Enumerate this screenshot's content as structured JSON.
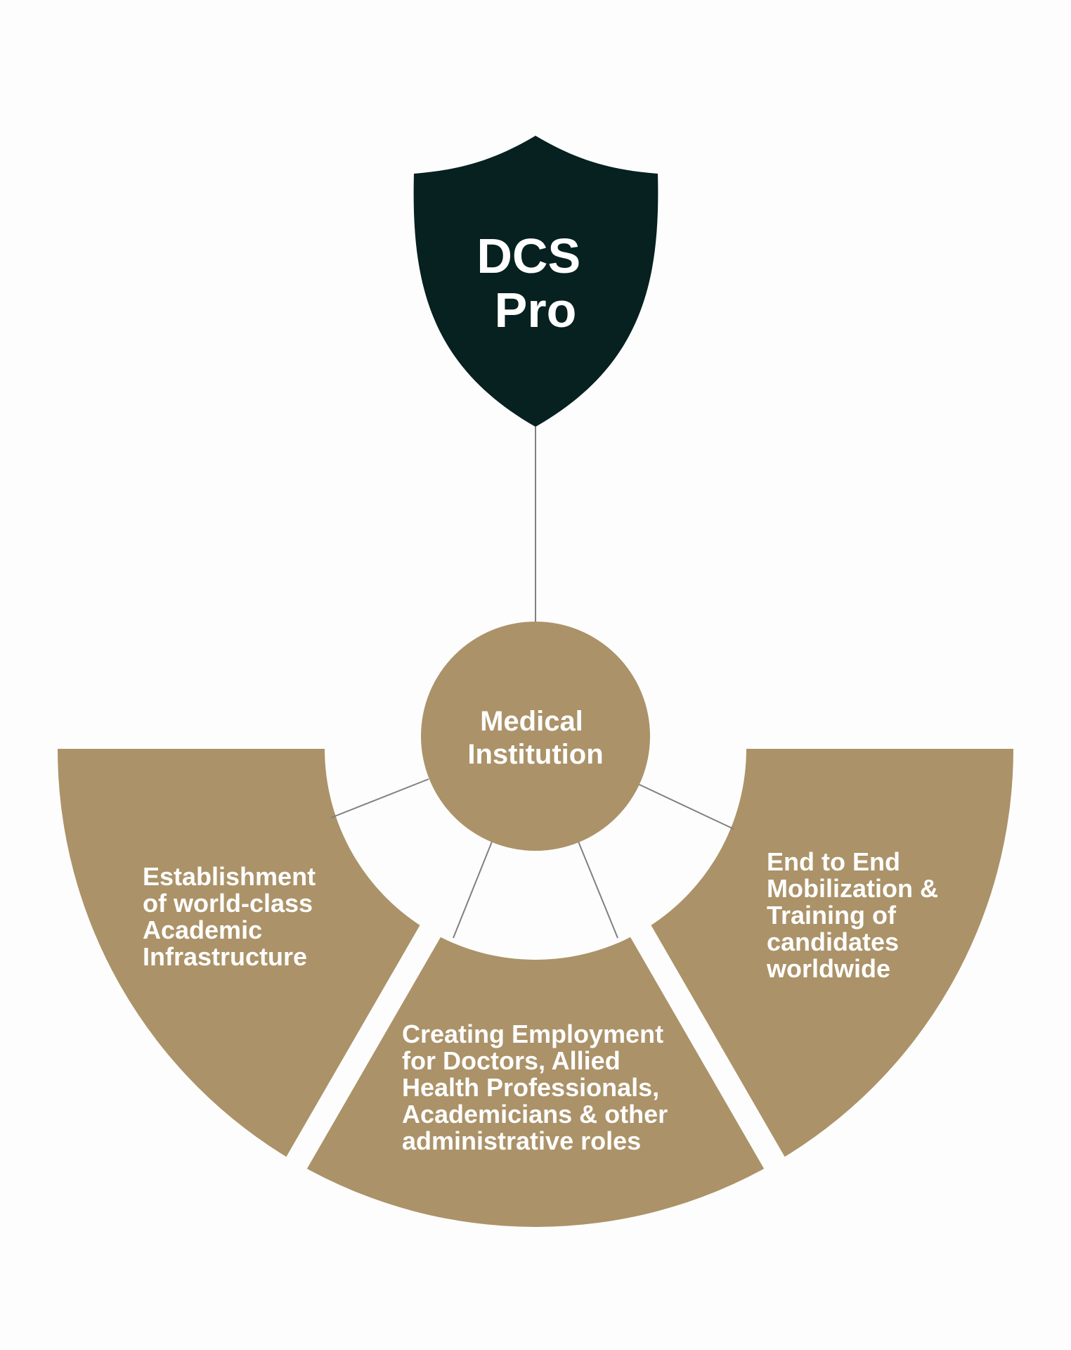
{
  "colors": {
    "shield": "#072020",
    "segment": "#ab9268",
    "line": "#808080",
    "background": "#fdfdfd"
  },
  "shield": {
    "lines": [
      "DCS",
      "Pro"
    ]
  },
  "hub": {
    "lines": [
      "Medical",
      "Institution"
    ]
  },
  "segments": [
    {
      "lines": [
        "Establishment",
        "of world-class",
        "Academic",
        "Infrastructure"
      ]
    },
    {
      "lines": [
        "Creating Employment",
        "for Doctors, Allied",
        "Health Professionals,",
        "Academicians & other",
        "administrative roles"
      ]
    },
    {
      "lines": [
        "End to End",
        "Mobilization &",
        "Training of",
        "candidates",
        "worldwide"
      ]
    }
  ]
}
